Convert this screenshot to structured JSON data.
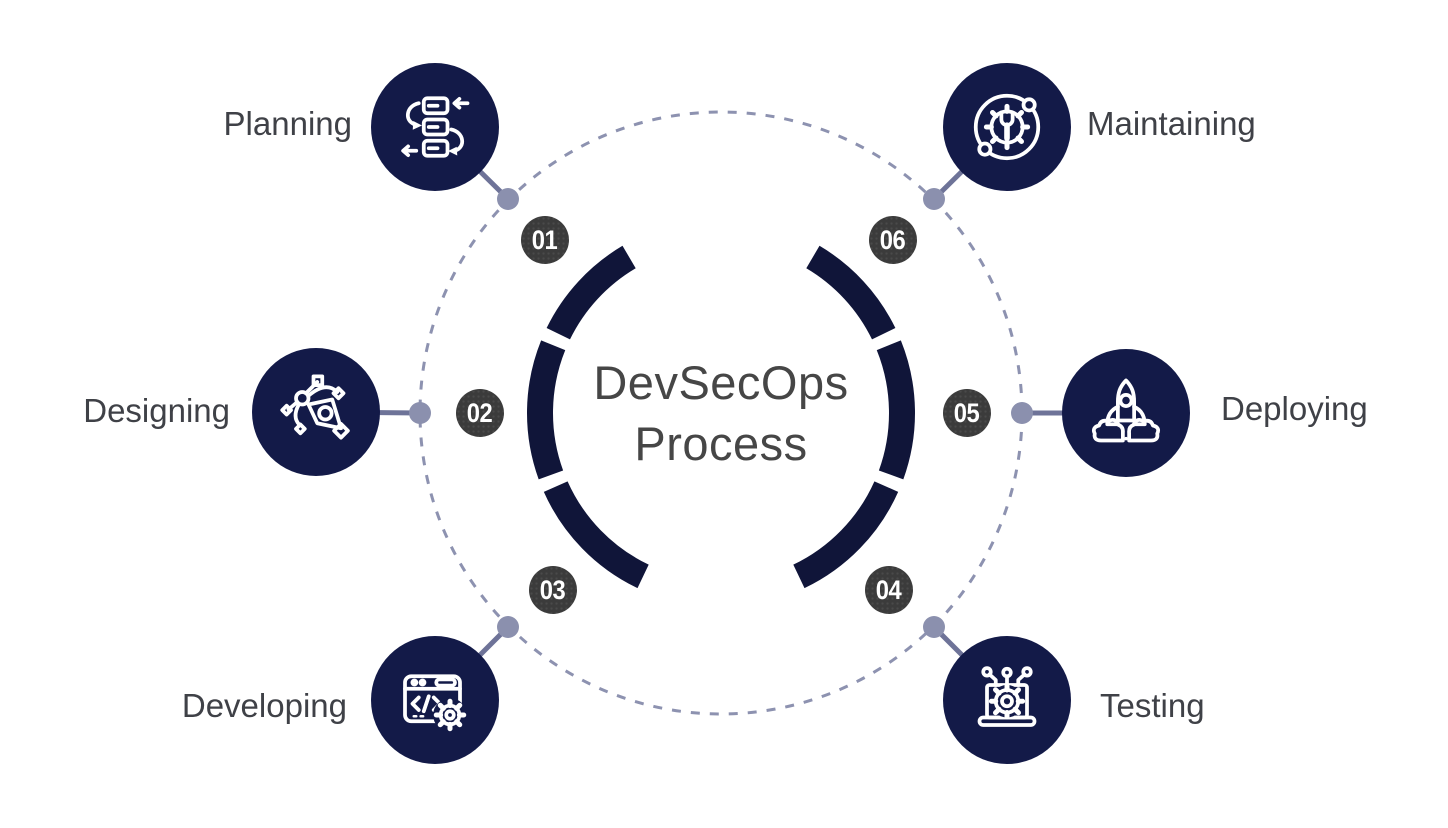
{
  "title": {
    "line1": "DevSecOps",
    "line2": "Process"
  },
  "stages": [
    {
      "number": "01",
      "label": "Planning",
      "icon": "workflow-icon"
    },
    {
      "number": "02",
      "label": "Designing",
      "icon": "pen-tool-icon"
    },
    {
      "number": "03",
      "label": "Developing",
      "icon": "code-window-gear-icon"
    },
    {
      "number": "04",
      "label": "Testing",
      "icon": "laptop-gear-icon"
    },
    {
      "number": "05",
      "label": "Deploying",
      "icon": "rocket-launch-icon"
    },
    {
      "number": "06",
      "label": "Maintaining",
      "icon": "gear-orbit-wrench-icon"
    }
  ],
  "colors": {
    "node_navy": "#131a48",
    "ring_navy": "#101539",
    "badge_gray": "#3b3b3b",
    "label_text": "#3f4147",
    "title_text": "#464646",
    "dashed_circle": "#8d92b0",
    "connector_line": "#6e7398",
    "connector_dot": "#8b90ae",
    "background": "#ffffff",
    "icon_stroke": "#ffffff"
  }
}
